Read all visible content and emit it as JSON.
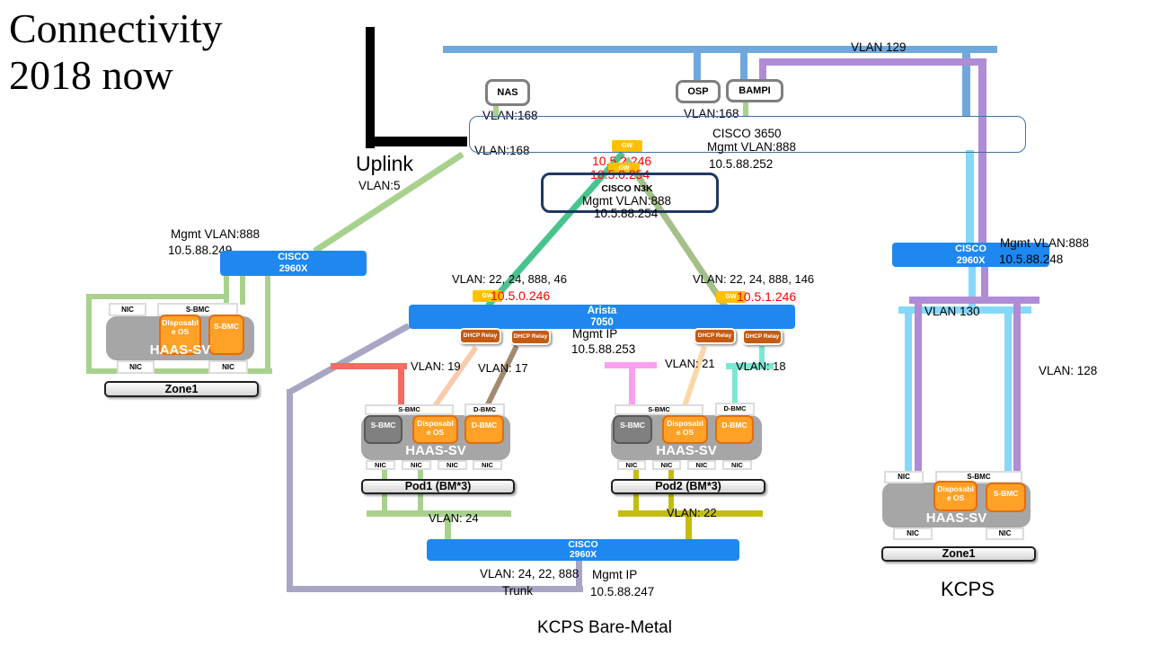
{
  "title": {
    "line1": "Connectivity",
    "line2": "2018 now"
  },
  "shared": {
    "nic": "NIC",
    "sbmc": "S-BMC",
    "dbmc": "D-BMC",
    "haas": "HAAS-SV",
    "zone": "Zone1",
    "gw": "GW",
    "dhcp_relay": "DHCP Relay",
    "disposable_os": "Disposable OS",
    "cisco": "CISCO",
    "model_2960x": "2960X"
  },
  "uplink": {
    "label": "Uplink",
    "vlan": "VLAN:5"
  },
  "top": {
    "vlan129": "VLAN 129",
    "nas": "NAS",
    "osp": "OSP",
    "bampi": "BAMPI",
    "vlan168_nas": "VLAN:168",
    "vlan168_trunk": "VLAN:168",
    "vlan168_osp": "VLAN:168",
    "cisco3650": {
      "name": "CISCO 3650",
      "mgmt": "Mgmt VLAN:888",
      "ip": "10.5.88.252"
    },
    "gw1_ip": "10.5.2.246",
    "gw2_ip": "10.5.0.254",
    "n3k": {
      "name": "CISCO N3K",
      "mgmt": "Mgmt VLAN:888",
      "ip": "10.5.88.254"
    }
  },
  "left_switch": {
    "mgmt": "Mgmt VLAN:888",
    "ip": "10.5.88.249"
  },
  "right_switch": {
    "mgmt": "Mgmt VLAN:888",
    "ip": "10.5.88.248",
    "vlan130": "VLAN 130",
    "vlan128": "VLAN: 128",
    "caption": "KCPS"
  },
  "arista": {
    "name": "Arista",
    "model": "7050",
    "vlans_left": "VLAN: 22, 24, 888, 46",
    "gw_left_ip": "10.5.0.246",
    "vlans_right": "VLAN: 22, 24, 888, 146",
    "gw_right_ip": "10.5.1.246",
    "mgmt": "Mgmt IP",
    "ip": "10.5.88.253",
    "vlan19": "VLAN: 19",
    "vlan17": "VLAN: 17",
    "vlan21": "VLAN: 21",
    "vlan18": "VLAN: 18"
  },
  "pods": {
    "pod1": "Pod1 (BM*3)",
    "pod2": "Pod2 (BM*3)",
    "vlan24": "VLAN: 24",
    "vlan22": "VLAN: 22"
  },
  "bottom_switch": {
    "vlans": "VLAN: 24, 22, 888",
    "trunk": "Trunk",
    "mgmt": "Mgmt IP",
    "ip": "10.5.88.247",
    "caption": "KCPS Bare-Metal"
  }
}
